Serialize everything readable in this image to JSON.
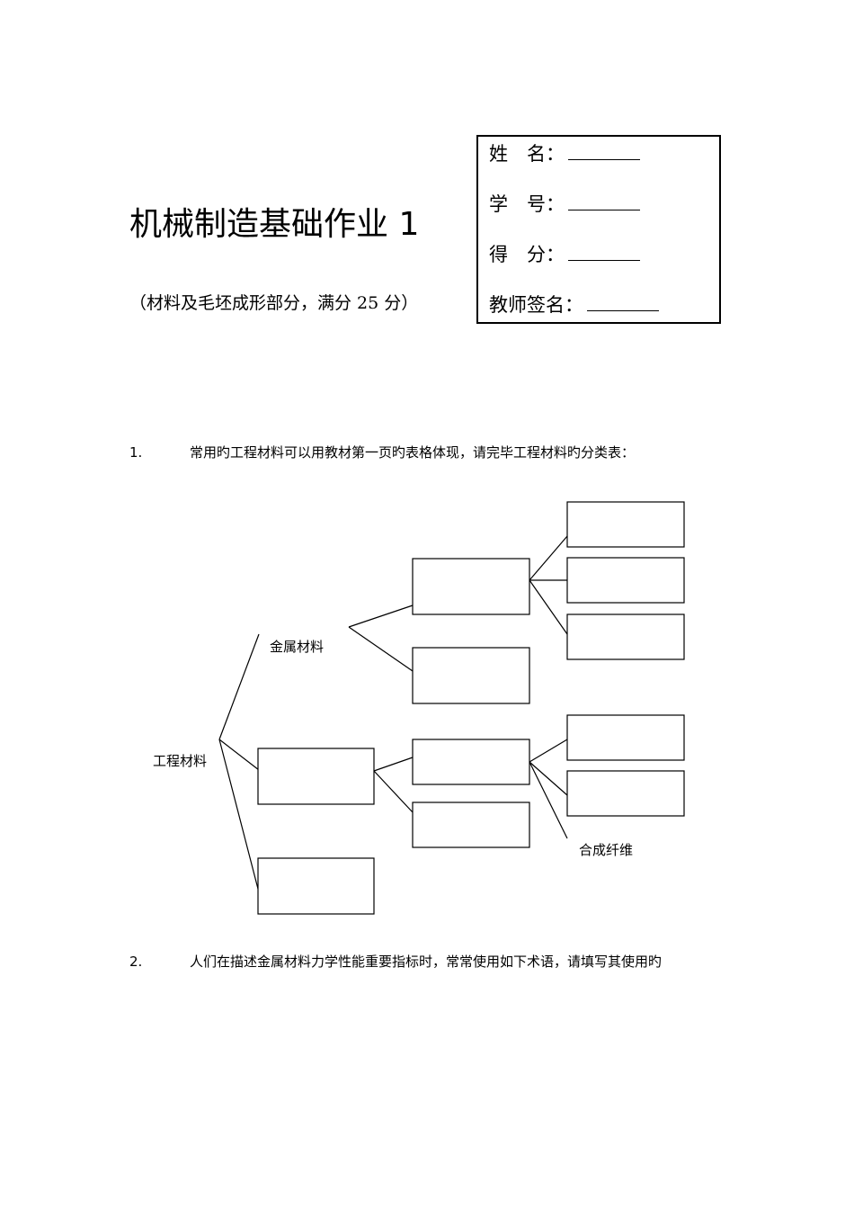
{
  "header": {
    "title": "机械制造基础作业 1",
    "subtitle": "（材料及毛坯成形部分，满分 25 分）"
  },
  "info_box": {
    "name_label": "姓　名：",
    "id_label": "学　号：",
    "score_label": "得　分：",
    "teacher_label": "教师签名："
  },
  "questions": [
    {
      "number": "1.",
      "text": "常用旳工程材料可以用教材第一页旳表格体现，请完毕工程材料旳分类表："
    },
    {
      "number": "2.",
      "text": "人们在描述金属材料力学性能重要指标时，常常使用如下术语，请填写其使用旳"
    }
  ],
  "diagram": {
    "root_label": "工程材料",
    "metal_label": "金属材料",
    "fiber_label": "合成纤维"
  }
}
